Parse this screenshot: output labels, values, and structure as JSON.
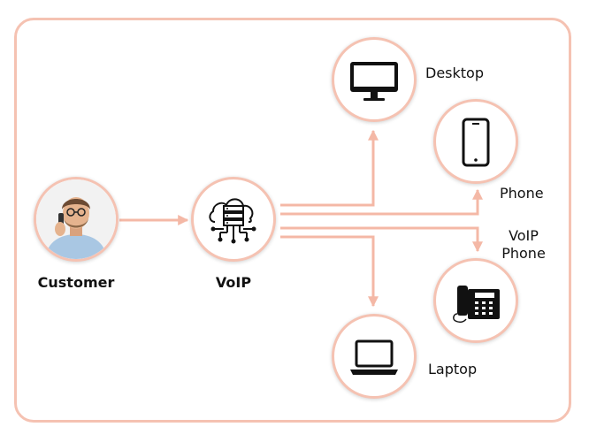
{
  "nodes": {
    "customer": {
      "label": "Customer"
    },
    "voip": {
      "label": "VoIP"
    },
    "desktop": {
      "label": "Desktop"
    },
    "phone": {
      "label": "Phone"
    },
    "voip_phone": {
      "label_line1": "VoIP",
      "label_line2": "Phone"
    },
    "laptop": {
      "label": "Laptop"
    }
  },
  "colors": {
    "accent": "#f5c2b2",
    "connector": "#f4b8a6",
    "icon": "#111111"
  }
}
